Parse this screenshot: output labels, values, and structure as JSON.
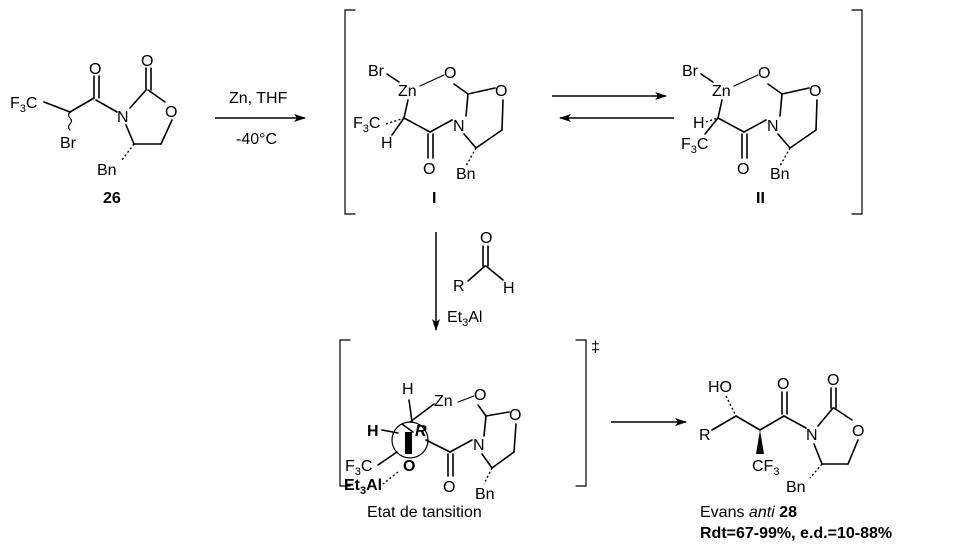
{
  "compound_26": {
    "label": "26",
    "f3c": "F3C",
    "br": "Br",
    "bn": "Bn",
    "n": "N",
    "o_ring": "O",
    "o_carbonyl_acyl": "O",
    "o_carbonyl_ring": "O"
  },
  "reaction1": {
    "reagent": "Zn, THF",
    "temperature": "-40°C"
  },
  "intermediate_I": {
    "label": "I",
    "br": "Br",
    "zn": "Zn",
    "f3c": "F3C",
    "h": "H",
    "n": "N",
    "bn": "Bn",
    "o_ring": "O",
    "o_chelate": "O",
    "o_acyl": "O"
  },
  "intermediate_II": {
    "label": "II",
    "br": "Br",
    "zn": "Zn",
    "f3c": "F3C",
    "h": "H",
    "n": "N",
    "bn": "Bn",
    "o_ring": "O",
    "o_chelate": "O",
    "o_acyl": "O"
  },
  "reaction2": {
    "aldehyde_r": "R",
    "aldehyde_h": "H",
    "aldehyde_o": "O",
    "lewis_acid": "Et3Al"
  },
  "transition_state": {
    "caption": "Etat de tansition",
    "dagger": "‡",
    "h_top": "H",
    "h_left": "H",
    "r": "R",
    "zn": "Zn",
    "f3c": "F3C",
    "o_ald": "O",
    "et3al": "Et3Al",
    "n": "N",
    "bn": "Bn",
    "o_ring": "O",
    "o_chelate": "O",
    "o_acyl": "O"
  },
  "product_28": {
    "name_prefix": "Evans",
    "name_italic": "anti",
    "number": "28",
    "yield_ed": "Rdt=67-99%, e.d.=10-88%",
    "ho": "HO",
    "r": "R",
    "cf3": "CF3",
    "n": "N",
    "bn": "Bn",
    "o_ring": "O",
    "o_acyl": "O",
    "o_carbonyl_ring": "O"
  }
}
